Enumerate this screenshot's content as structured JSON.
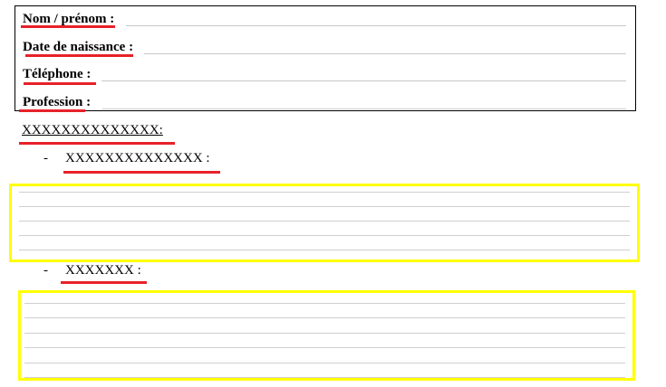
{
  "form": {
    "fields": [
      {
        "label": "Nom / prénom :"
      },
      {
        "label": "Date de naissance :"
      },
      {
        "label": "Téléphone :"
      },
      {
        "label": "Profession :"
      }
    ]
  },
  "section": {
    "heading": "XXXXXXXXXXXXXX:",
    "items": [
      {
        "bullet": "-",
        "label": "XXXXXXXXXXXXXX",
        "suffix": " :"
      },
      {
        "bullet": "-",
        "label": "XXXXXXX",
        "suffix": " :"
      }
    ]
  },
  "colors": {
    "highlight_border": "#ffff00",
    "annotation_underline": "#e8212a"
  }
}
